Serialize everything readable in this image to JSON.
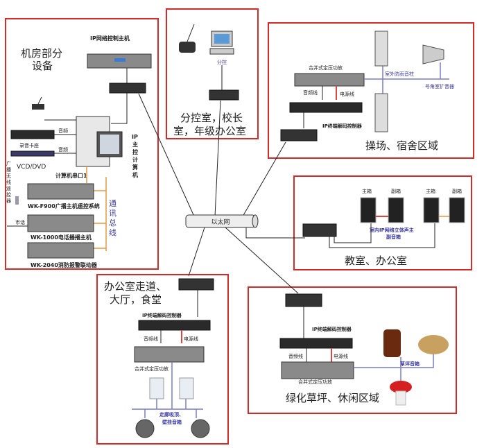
{
  "ethernet": "以太网",
  "machine_room": {
    "title1": "机房部分",
    "title2": "设备",
    "ip_host": "IP网络控制主机",
    "ip_pc": [
      "IP",
      "主",
      "控",
      "计",
      "算",
      "机"
    ],
    "audio1": "音频",
    "audio2": "音频",
    "recorder": "录音卡座",
    "vcd": "VCD/DVD",
    "serial": "计算机串口1",
    "remote": [
      "广",
      "播",
      "无",
      "线",
      "遥",
      "控",
      "器"
    ],
    "bus": [
      "通",
      "讯",
      "总",
      "线"
    ],
    "wkf900": "WK-F900广播主机遥控系统",
    "phone": "市话",
    "wk1000": "WK-1000电话播播主机",
    "wk2040": "WK-2040消防报警联动器"
  },
  "sub_control": {
    "label": "分控",
    "title1": "分控室，校长",
    "title2": "室，年级办公室"
  },
  "playground": {
    "amp": "合并式定压功放",
    "audio_line": "音频线",
    "power_line": "电源线",
    "decoder": "IP终端解码控制器",
    "column": "室外防雨音柱",
    "horn": "号角室扩音器",
    "title": "操场、宿舍区域"
  },
  "classroom": {
    "main1": "主箱",
    "sub1": "副箱",
    "main2": "主箱",
    "sub2": "副箱",
    "desc1": "室内IP网络立体声主",
    "desc2": "副音箱",
    "title": "教室、办公室"
  },
  "corridor": {
    "title1": "办公室走道、",
    "title2": "大厅，食堂",
    "decoder": "IP终端解码控制器",
    "audio_line": "音频线",
    "power_line": "电源线",
    "amp": "合并式定压功放",
    "desc1": "走廊吸顶、",
    "desc2": "壁挂音箱"
  },
  "lawn": {
    "decoder": "IP终端解码控制器",
    "audio_line": "音频线",
    "power_line": "电源线",
    "amp": "合并式定压功放",
    "speaker": "草坪音箱",
    "title": "绿化草坪、休闲区域"
  }
}
